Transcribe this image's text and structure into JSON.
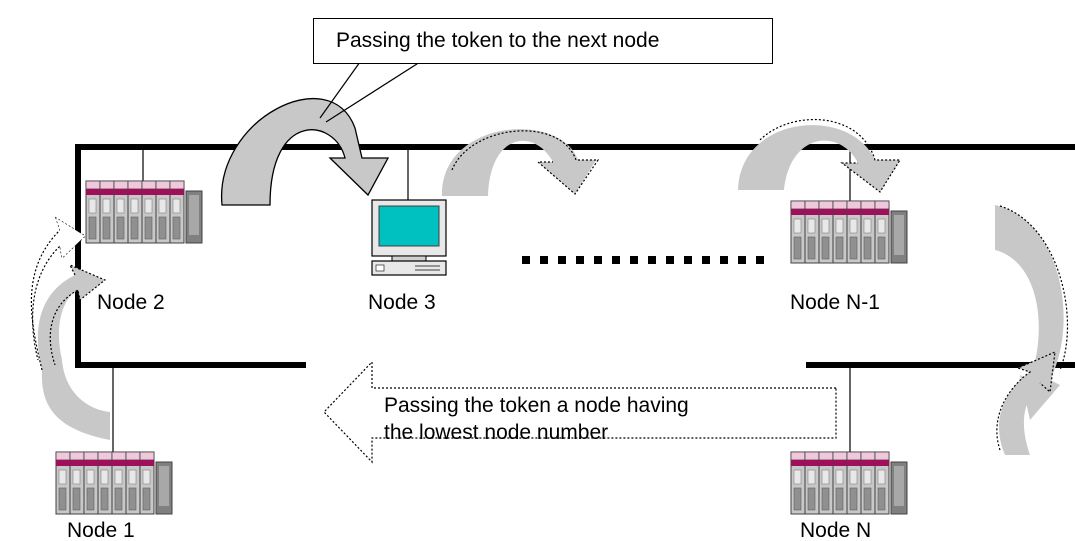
{
  "callout": {
    "text": "Passing the token to the next node"
  },
  "return_note": {
    "line1": "Passing the token a node having",
    "line2": "the lowest node number"
  },
  "nodes": {
    "n1": {
      "label": "Node 1",
      "type": "plc-rack"
    },
    "n2": {
      "label": "Node 2",
      "type": "plc-rack"
    },
    "n3": {
      "label": "Node 3",
      "type": "pc-workstation"
    },
    "nm1": {
      "label": "Node N-1",
      "type": "plc-rack"
    },
    "nn": {
      "label": "Node N",
      "type": "plc-rack"
    }
  },
  "colors": {
    "bus": "#000000",
    "arrow_fill": "#c8c8c8",
    "monitor_screen": "#00c0c0",
    "rack_band": "#a0105a",
    "rack_body": "#c0c0c0"
  }
}
